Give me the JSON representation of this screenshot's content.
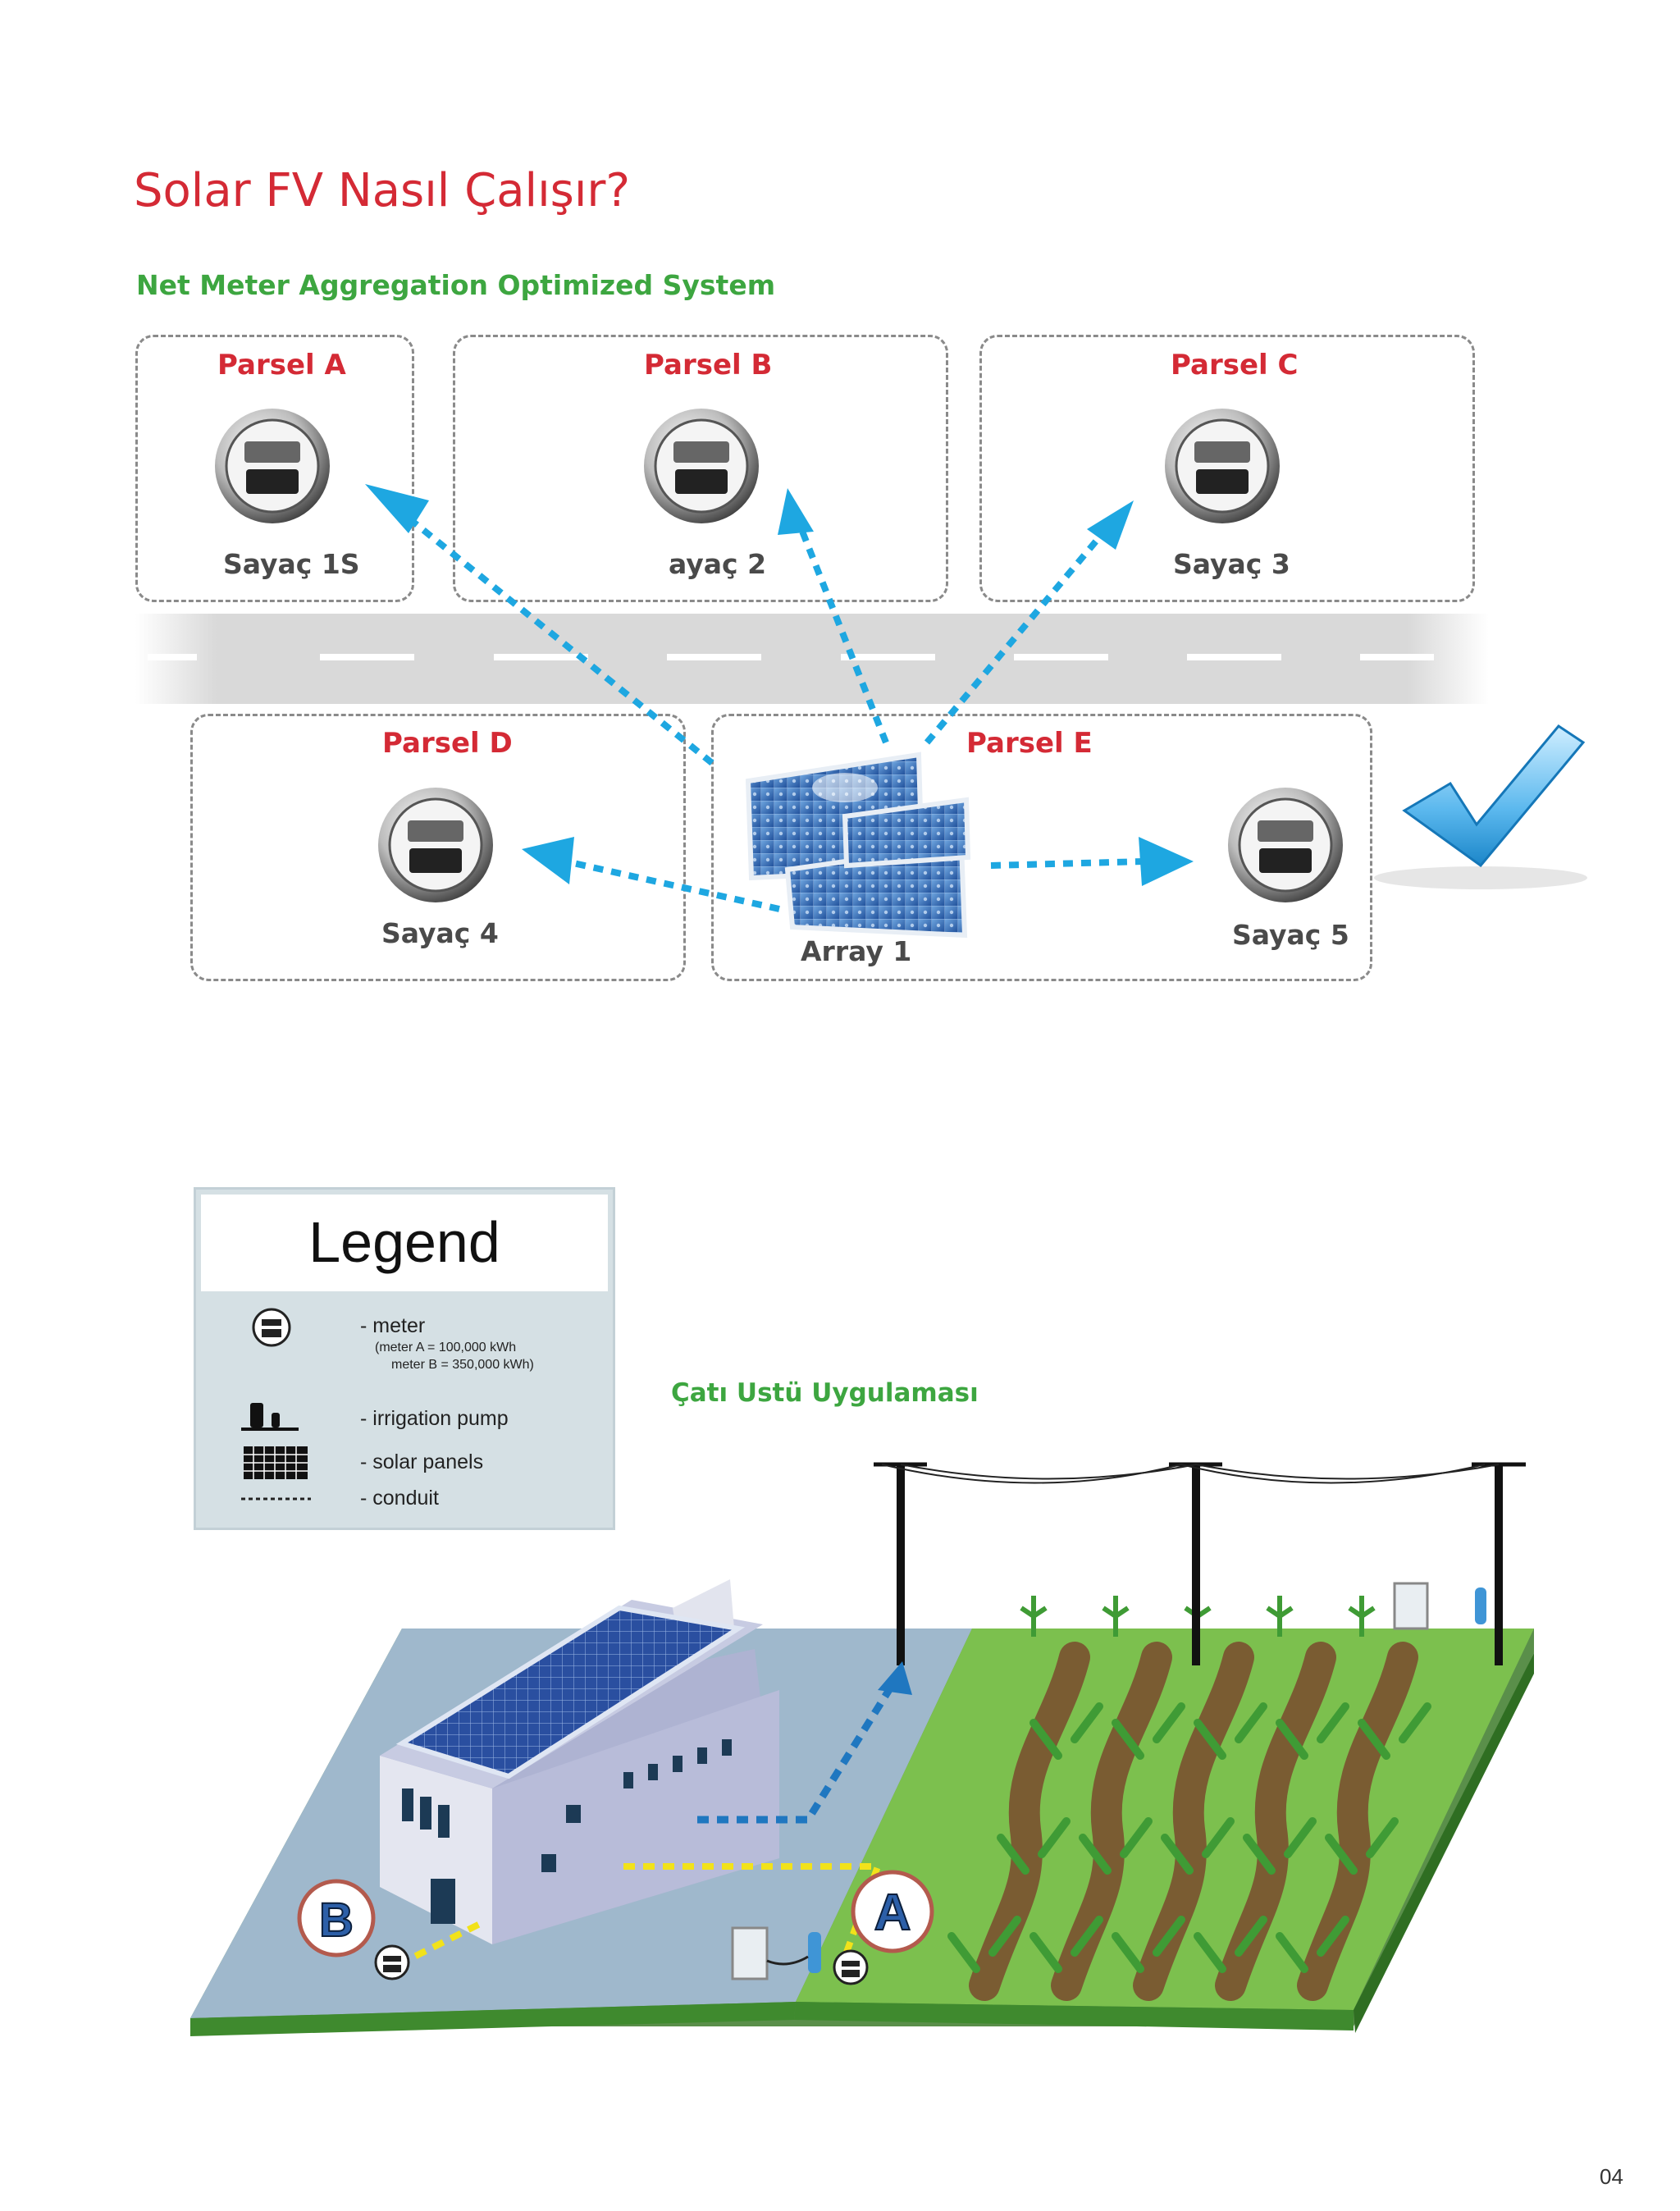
{
  "page_title": "Solar FV Nasıl Çalışır?",
  "section1_title": "Net Meter Aggregation Optimized System",
  "parcels": [
    {
      "title": "Parsel A",
      "meter_label": "Sayaç 1S"
    },
    {
      "title": "Parsel B",
      "meter_label": "ayaç 2"
    },
    {
      "title": "Parsel C",
      "meter_label": "Sayaç 3"
    },
    {
      "title": "Parsel D",
      "meter_label": "Sayaç 4"
    },
    {
      "title": "Parsel E",
      "meter_label": "Sayaç 5"
    }
  ],
  "array_label": "Array 1",
  "legend": {
    "title": "Legend",
    "items": [
      {
        "icon": "meter-icon",
        "label": "- meter"
      },
      {
        "icon": "irrigation-pump-icon",
        "label": "- irrigation pump"
      },
      {
        "icon": "solar-panels-icon",
        "label": "- solar panels"
      },
      {
        "icon": "conduit-icon",
        "label": "- conduit"
      }
    ],
    "meter_note_1": "(meter A = 100,000 kWh",
    "meter_note_2": "meter B = 350,000 kWh)"
  },
  "section2_title": "Çatı Ustü Uygulaması",
  "badges": {
    "a": "A",
    "b": "B"
  },
  "page_number": "04",
  "colors": {
    "accent_red": "#d42a35",
    "accent_green": "#3da640",
    "arrow_blue": "#1ea7e1",
    "conduit_yellow": "#f2e21a"
  }
}
